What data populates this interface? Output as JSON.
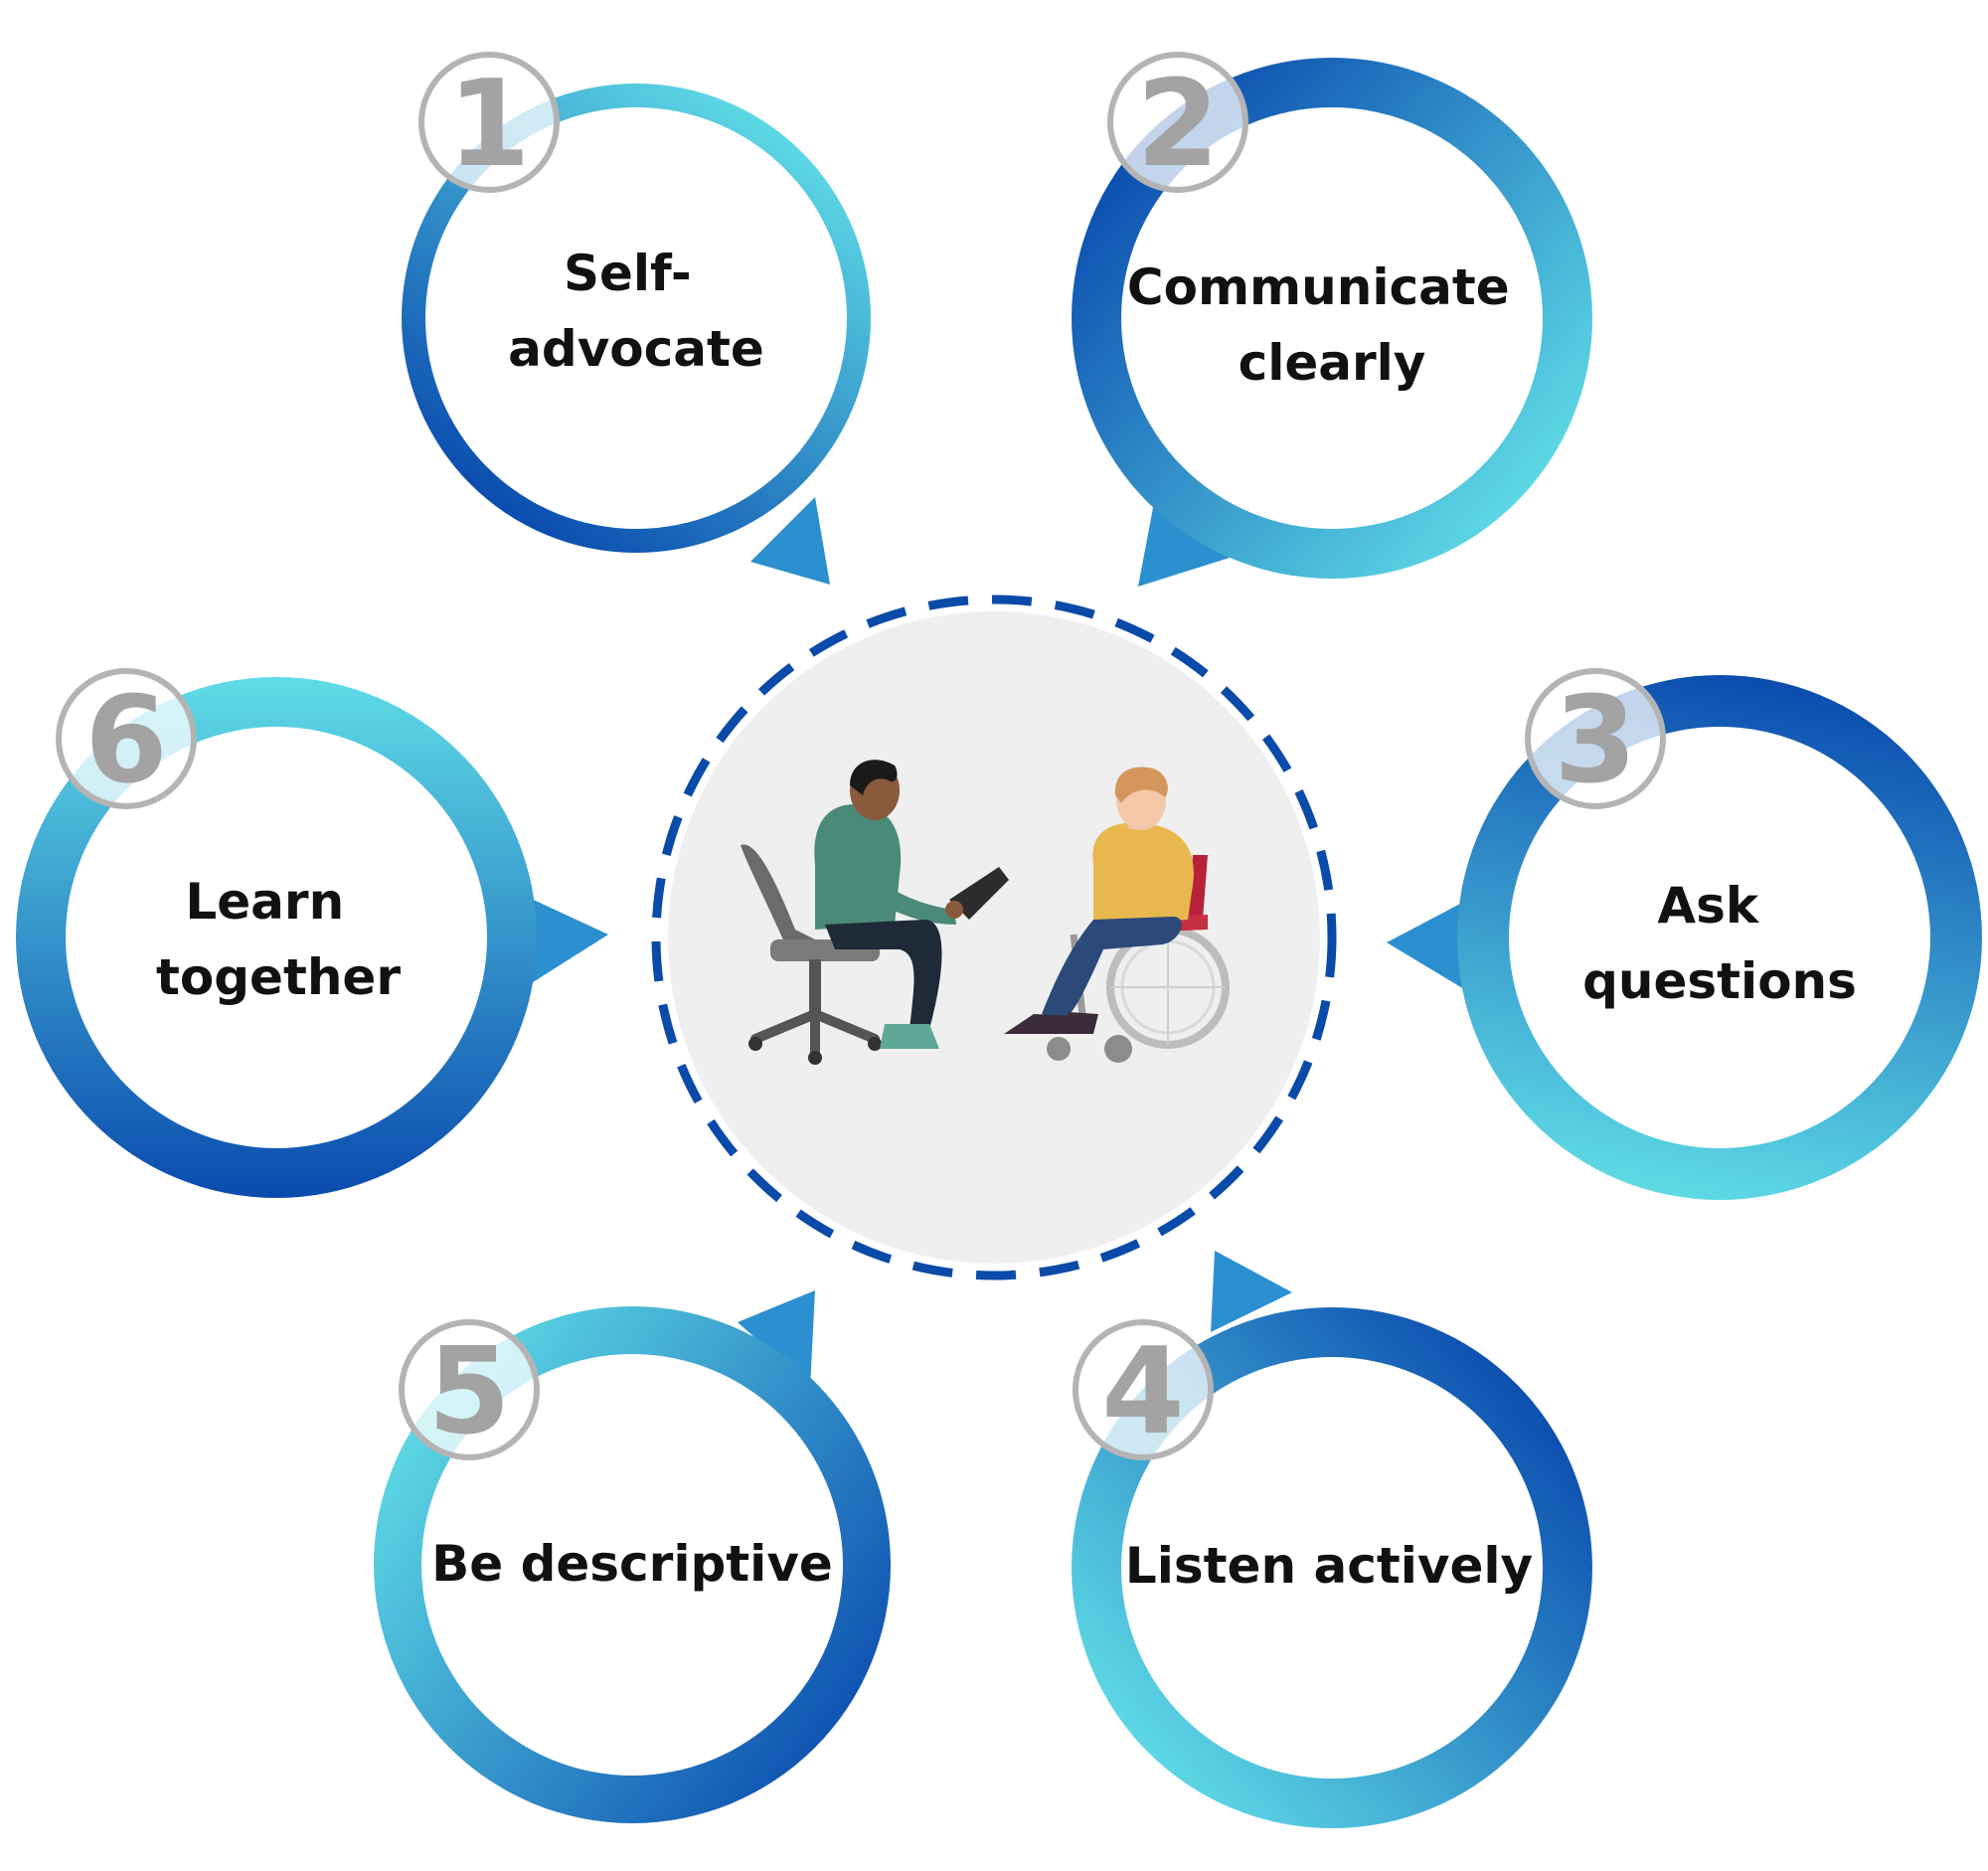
{
  "colors": {
    "ring_dark": "#0a4bae",
    "ring_light": "#5fdce6",
    "center_fill": "#f0eff0",
    "dash": "#0a4aa8",
    "badge_stroke": "#b4b4b4",
    "badge_text": "#a3a3a3",
    "label_text": "#111111"
  },
  "center": {
    "illustration": "two-people-talking-wheelchair-illustration"
  },
  "steps": [
    {
      "number": "1",
      "lines": [
        "Self-",
        "advocate"
      ]
    },
    {
      "number": "2",
      "lines": [
        "Communicate",
        "clearly"
      ]
    },
    {
      "number": "3",
      "lines": [
        "Ask",
        "questions"
      ]
    },
    {
      "number": "4",
      "lines": [
        "Listen actively"
      ]
    },
    {
      "number": "5",
      "lines": [
        "Be descriptive"
      ]
    },
    {
      "number": "6",
      "lines": [
        "Learn",
        "together"
      ]
    }
  ]
}
